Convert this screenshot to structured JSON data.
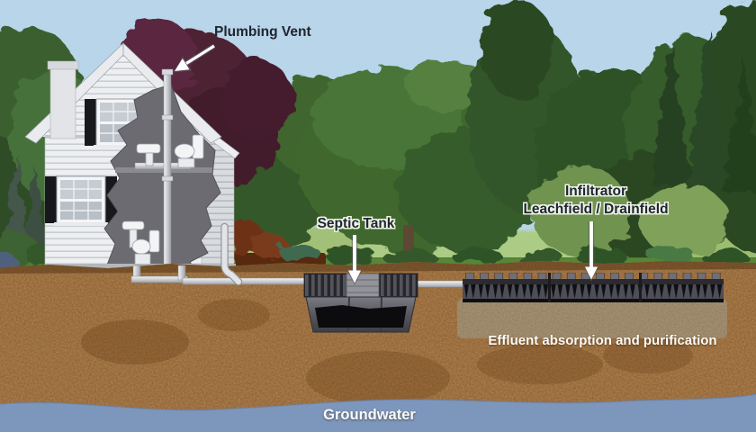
{
  "labels": {
    "plumbing_vent": "Plumbing Vent",
    "septic_tank": "Septic Tank",
    "infiltrator_line1": "Infiltrator",
    "infiltrator_line2": "Leachfield / Drainfield",
    "effluent": "Effluent absorption and purification",
    "groundwater": "Groundwater"
  },
  "colors": {
    "sky": "#b8d5e9",
    "soil": "#8a5526",
    "groundwater": "#7d96bb",
    "grass": "#4f7c33",
    "tank": "#57575f",
    "label_dark": "#1e2634",
    "label_light": "#ffffff",
    "arrow": "#ffffff"
  }
}
